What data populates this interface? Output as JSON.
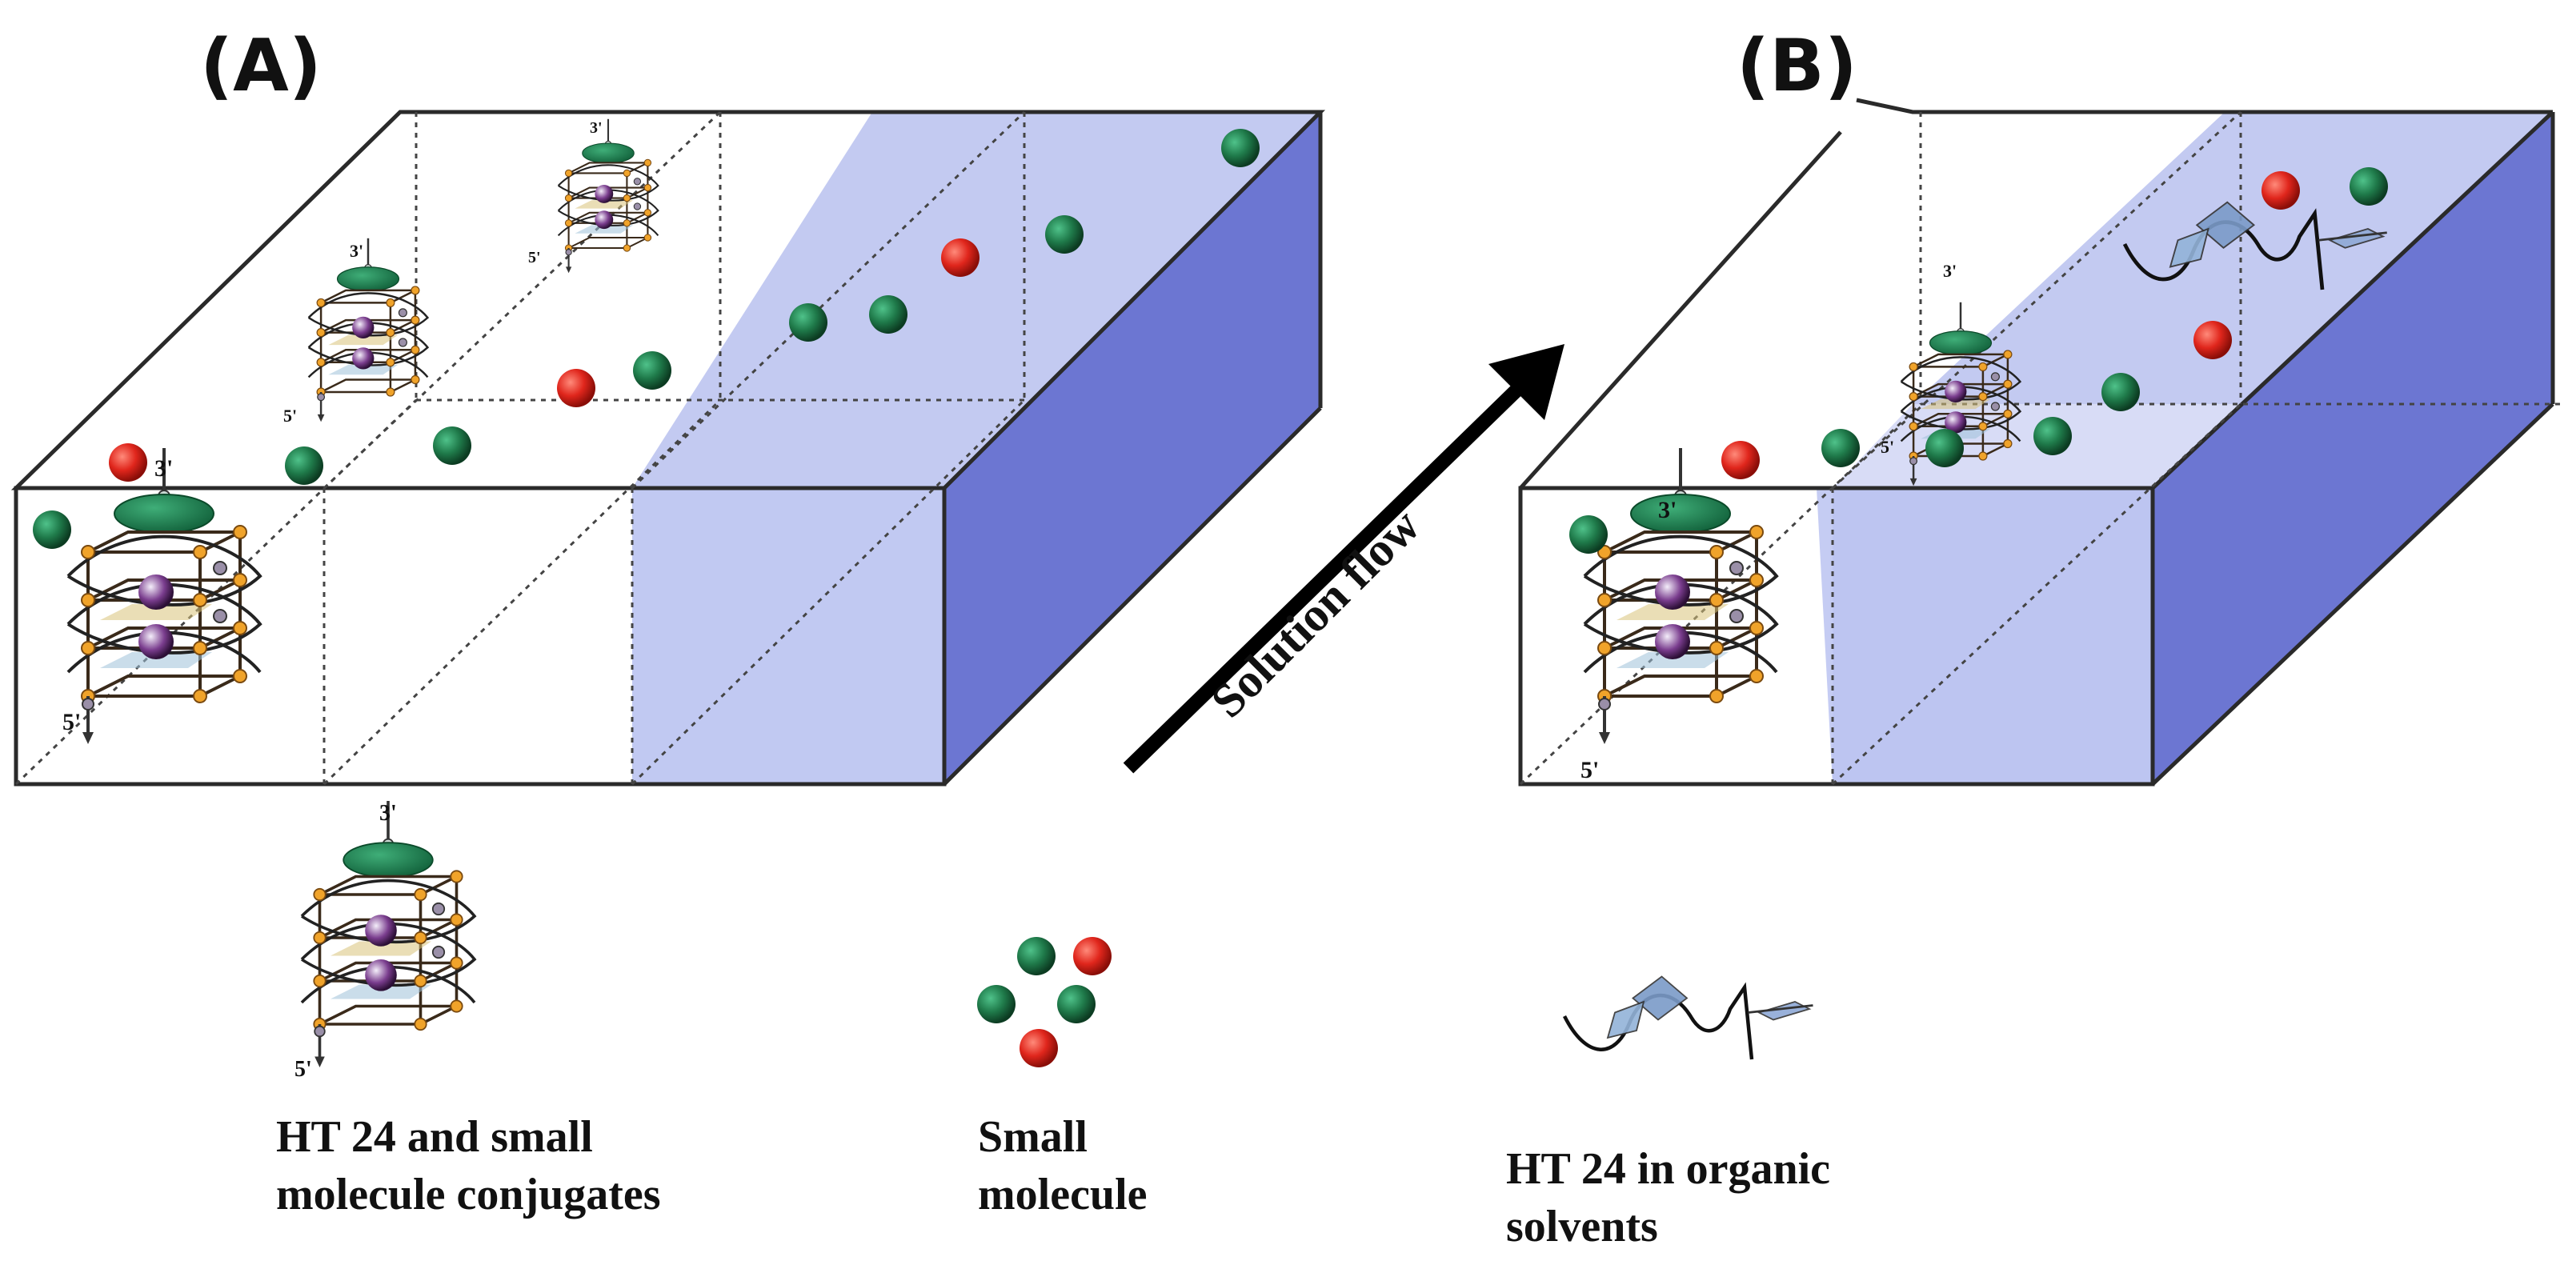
{
  "panels": {
    "a_label": "(A)",
    "b_label": "(B)"
  },
  "flow": {
    "label": "Solution flow"
  },
  "primer_ends": {
    "three_prime": "3'",
    "five_prime": "5'"
  },
  "legend": {
    "conjugates_label": "HT 24 and small\nmolecule conjugates",
    "small_molecule_label": "Small\nmolecule",
    "organic_label": "HT 24 in organic\nsolvents"
  },
  "colors": {
    "green_molecule": "#1f7a4a",
    "red_molecule": "#e0261c",
    "organic_phase": "#b9c1ee",
    "organic_side": "#6c76d2",
    "quadruplex_ring": "#2b2b2b",
    "node": "#f0a32a"
  }
}
